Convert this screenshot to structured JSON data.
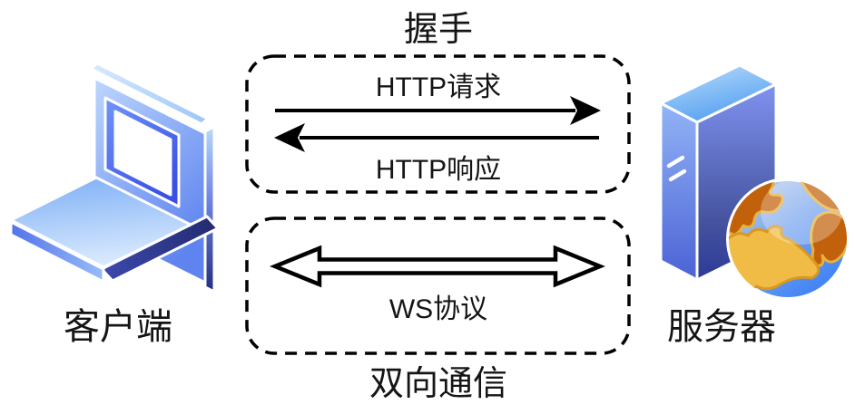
{
  "diagram": {
    "background_color": "#ffffff",
    "line_color": "#000000",
    "text_color": "#151515",
    "handshake": {
      "title": "握手",
      "request_label": "HTTP请求",
      "response_label": "HTTP响应"
    },
    "bidirectional": {
      "title": "双向通信",
      "protocol_label": "WS协议"
    },
    "client": {
      "label": "客户端",
      "icon": "laptop-icon",
      "accent_color": "#4a6cf5",
      "dark_color": "#262e7e"
    },
    "server": {
      "label": "服务器",
      "icon": "server-globe-icon",
      "accent_color": "#4a7bf0",
      "globe_land_color": "#c2610b",
      "globe_gold_color": "#f0bc45",
      "globe_ocean_color": "#4285f4"
    }
  }
}
